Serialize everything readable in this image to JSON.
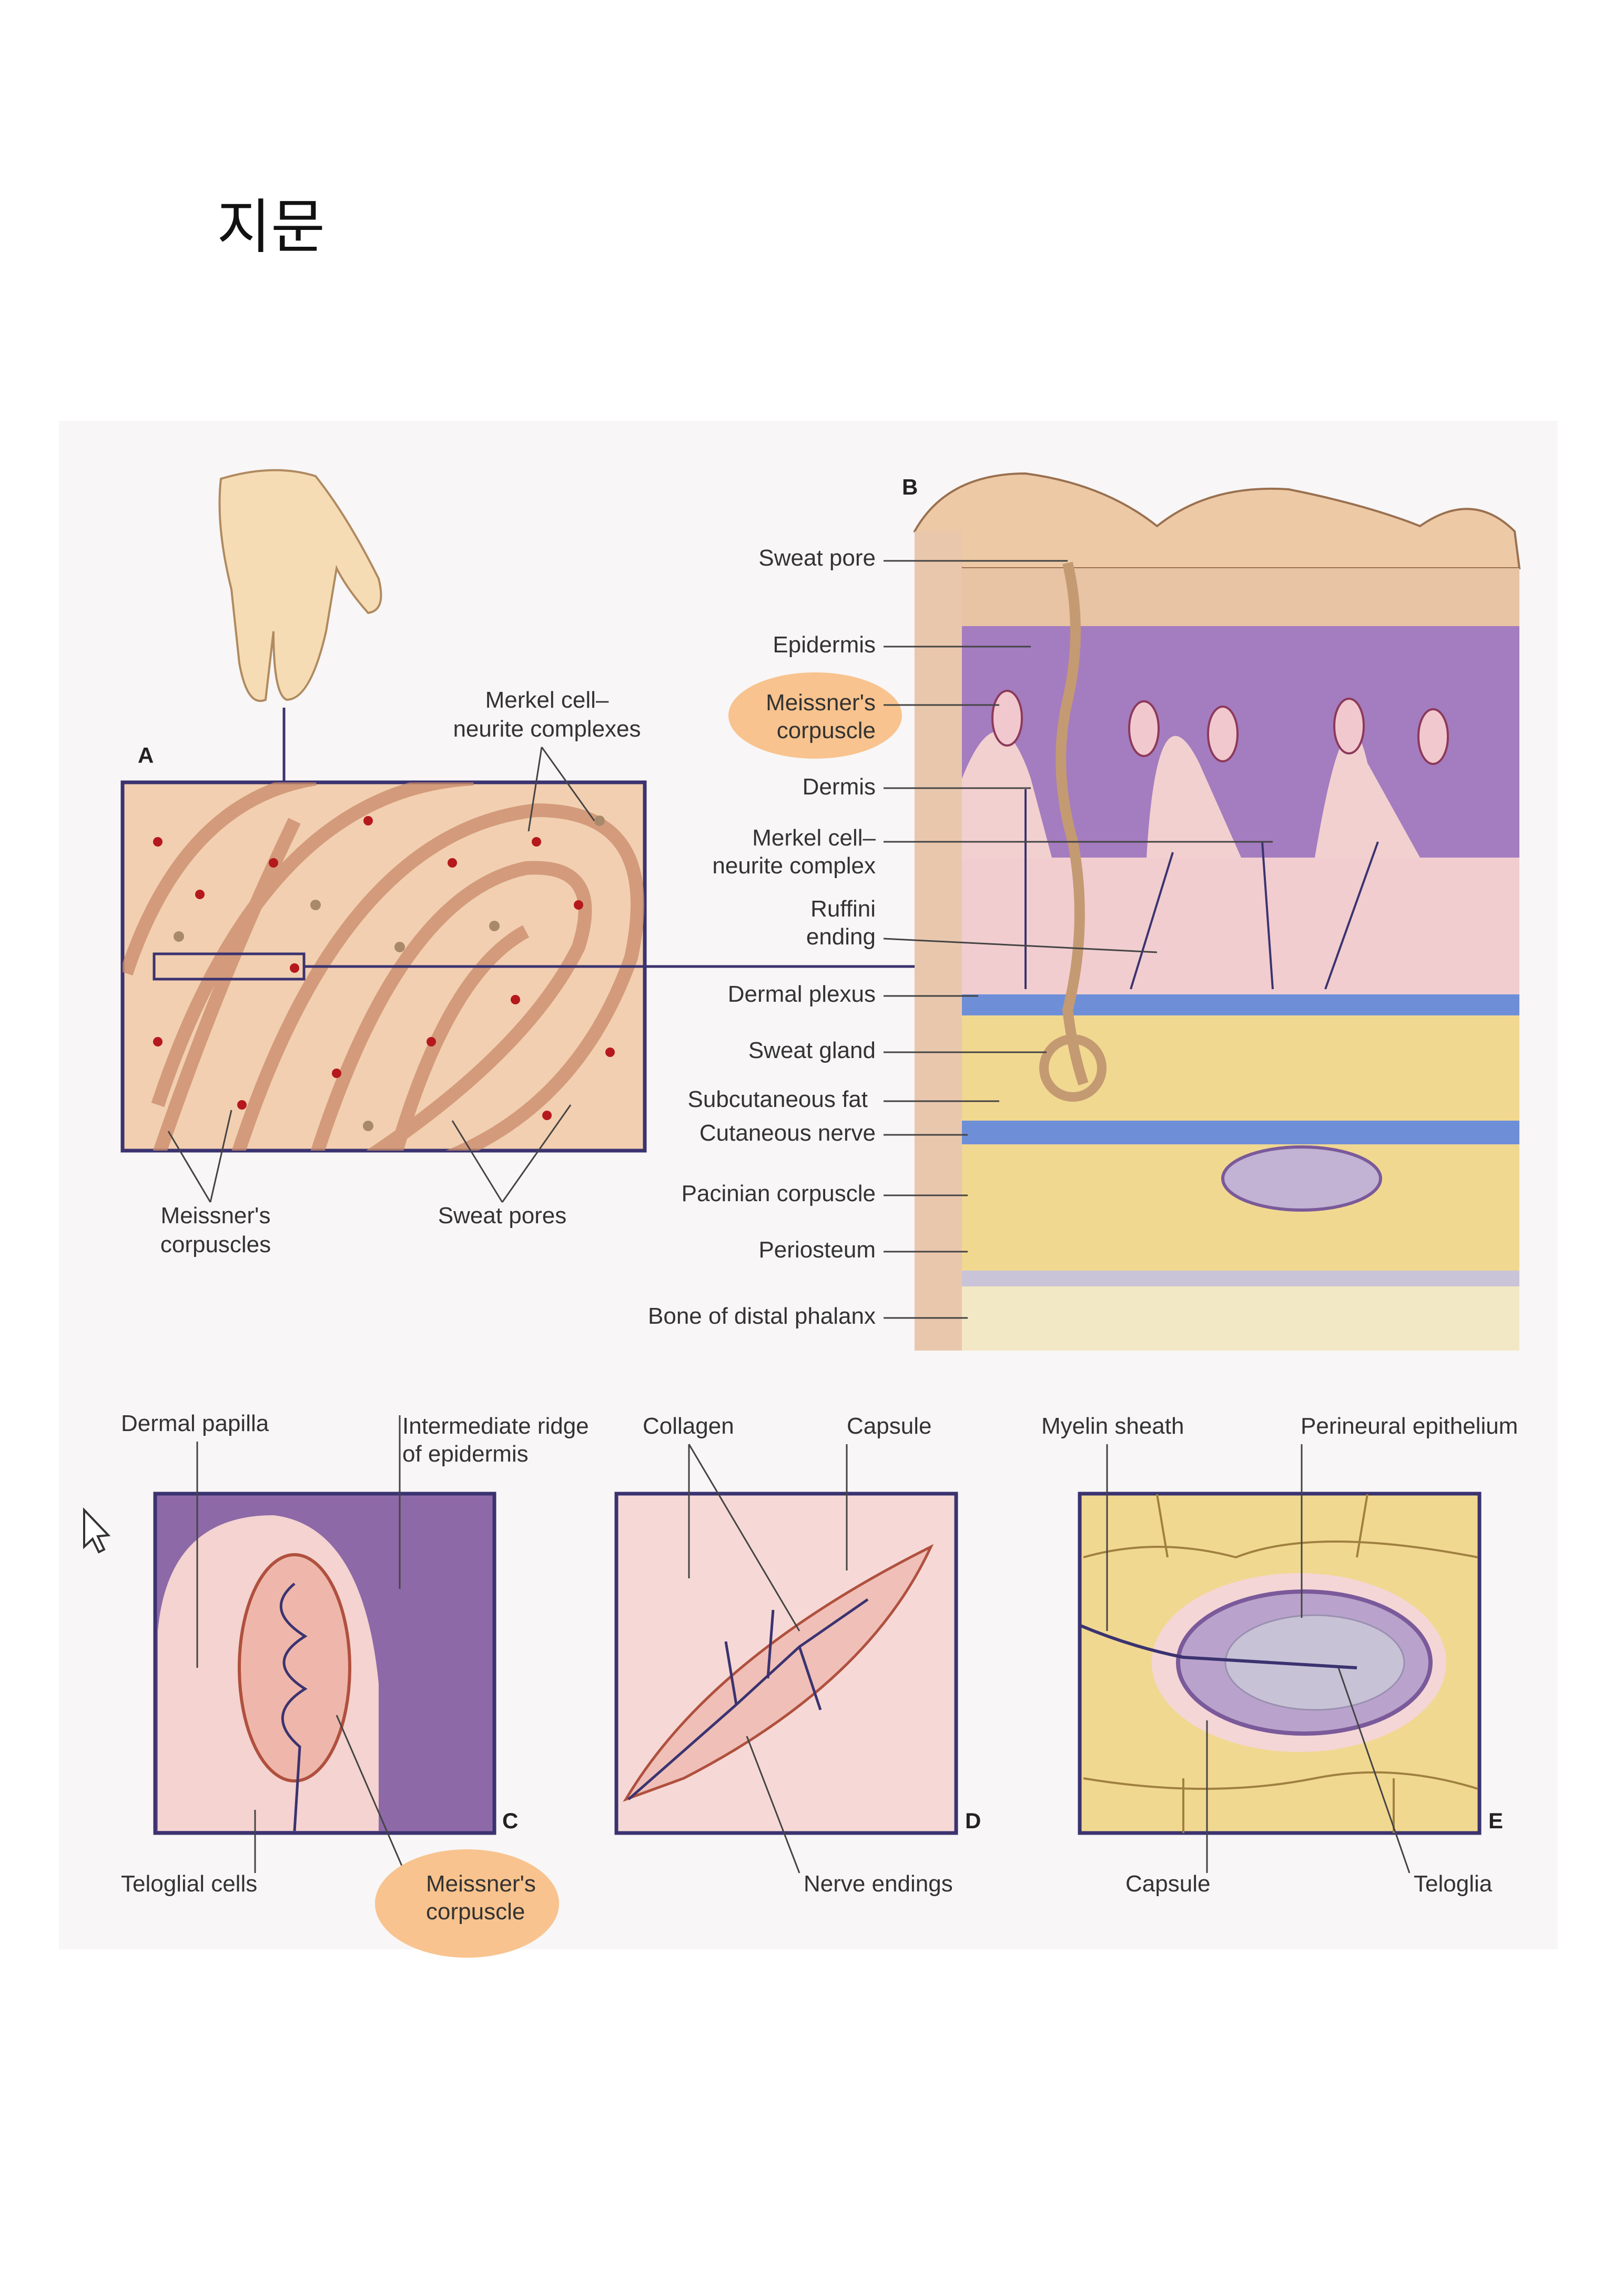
{
  "page_title": "지문",
  "panel_a": {
    "letter": "A",
    "labels": {
      "merkel_1": "Merkel cell–",
      "merkel_2": "neurite complexes",
      "meissner_1": "Meissner's",
      "meissner_2": "corpuscles",
      "sweat_pores": "Sweat pores"
    }
  },
  "panel_b": {
    "letter": "B",
    "labels": {
      "sweat_pore": "Sweat pore",
      "epidermis": "Epidermis",
      "meissner_1": "Meissner's",
      "meissner_2": "corpuscle",
      "dermis": "Dermis",
      "merkel_1": "Merkel cell–",
      "merkel_2": "neurite complex",
      "ruffini_1": "Ruffini",
      "ruffini_2": "ending",
      "dermal_plexus": "Dermal plexus",
      "sweat_gland": "Sweat gland",
      "subcutaneous_fat": "Subcutaneous fat",
      "cutaneous_nerve": "Cutaneous nerve",
      "pacinian": "Pacinian corpuscle",
      "periosteum": "Periosteum",
      "bone": "Bone of distal phalanx"
    }
  },
  "panel_c": {
    "letter": "C",
    "labels": {
      "dermal_papilla": "Dermal papilla",
      "ridge_1": "Intermediate ridge",
      "ridge_2": "of epidermis",
      "teloglial": "Teloglial cells",
      "meissner_1": "Meissner's",
      "meissner_2": "corpuscle"
    }
  },
  "panel_d": {
    "letter": "D",
    "labels": {
      "collagen": "Collagen",
      "capsule": "Capsule",
      "nerve_endings": "Nerve endings"
    }
  },
  "panel_e": {
    "letter": "E",
    "labels": {
      "myelin": "Myelin sheath",
      "perineural": "Perineural epithelium",
      "capsule": "Capsule",
      "teloglia": "Teloglia"
    }
  },
  "colors": {
    "highlight": "#f8c38e",
    "frame": "#3b3370",
    "skin": "#f3d6bd",
    "epidermis": "#9c6fb3",
    "fat": "#f0d48a",
    "nerve": "#5b7fd0"
  }
}
